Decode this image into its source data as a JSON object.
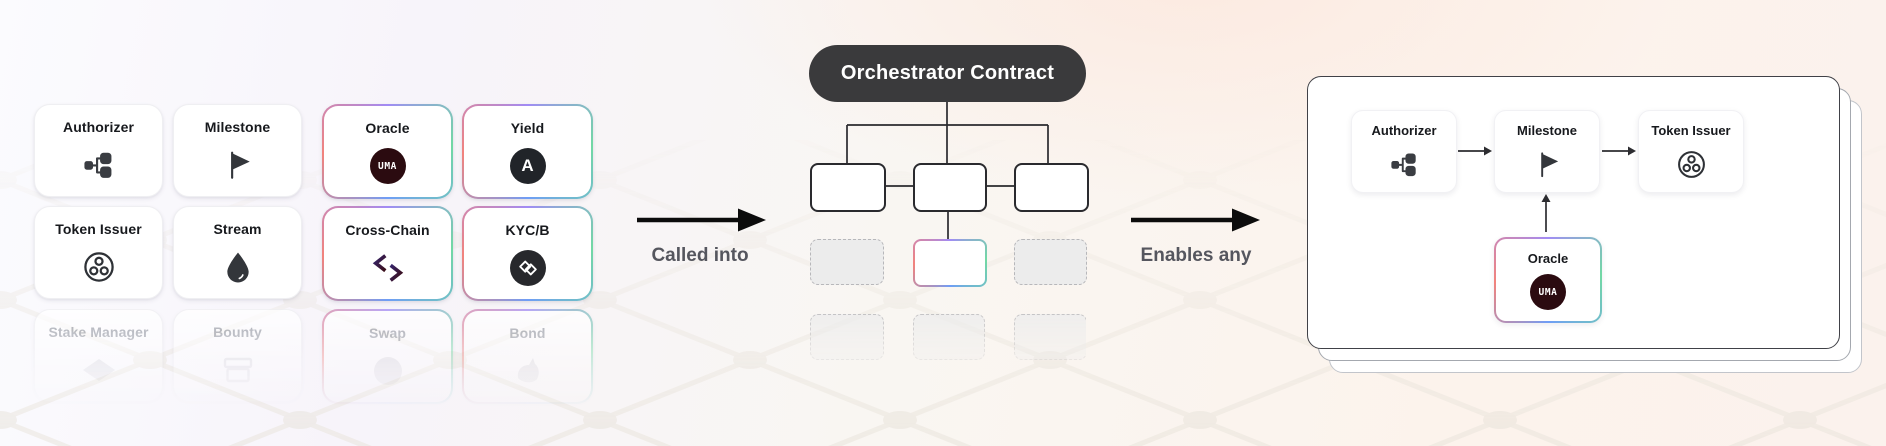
{
  "left_grid": {
    "cards": [
      {
        "label": "Authorizer",
        "icon": "authorizer-tree-icon"
      },
      {
        "label": "Milestone",
        "icon": "milestone-flag-icon"
      },
      {
        "label": "Oracle",
        "icon": "uma-logo-icon",
        "badge_text": "UMA"
      },
      {
        "label": "Yield",
        "icon": "aave-logo-icon",
        "badge_text": "A"
      },
      {
        "label": "Token Issuer",
        "icon": "token-circles-icon"
      },
      {
        "label": "Stream",
        "icon": "water-drop-icon"
      },
      {
        "label": "Cross-Chain",
        "icon": "polygon-chevron-icon"
      },
      {
        "label": "KYC/B",
        "icon": "polygon-badge-icon"
      },
      {
        "label": "Stake Manager",
        "icon": "diamond-icon"
      },
      {
        "label": "Bounty",
        "icon": "box-icon"
      },
      {
        "label": "Swap",
        "icon": "circle-icon"
      },
      {
        "label": "Bond",
        "icon": "unicorn-icon"
      }
    ]
  },
  "connections": {
    "called_into": "Called into",
    "enables_any": "Enables any"
  },
  "orchestrator": {
    "title": "Orchestrator Contract"
  },
  "right_panel": {
    "cards": [
      {
        "label": "Authorizer",
        "icon": "authorizer-tree-icon"
      },
      {
        "label": "Milestone",
        "icon": "milestone-flag-icon"
      },
      {
        "label": "Token Issuer",
        "icon": "token-circles-icon"
      },
      {
        "label": "Oracle",
        "icon": "uma-logo-icon",
        "badge_text": "UMA"
      }
    ]
  },
  "colors": {
    "accent_purple": "#a18bf5",
    "accent_green": "#72d9a4",
    "accent_blue": "#6f9df6",
    "accent_red": "#f2837c",
    "uma_maroon": "#2b0b10",
    "pill_dark": "#3a3a3c",
    "label_gray": "#55565e"
  }
}
